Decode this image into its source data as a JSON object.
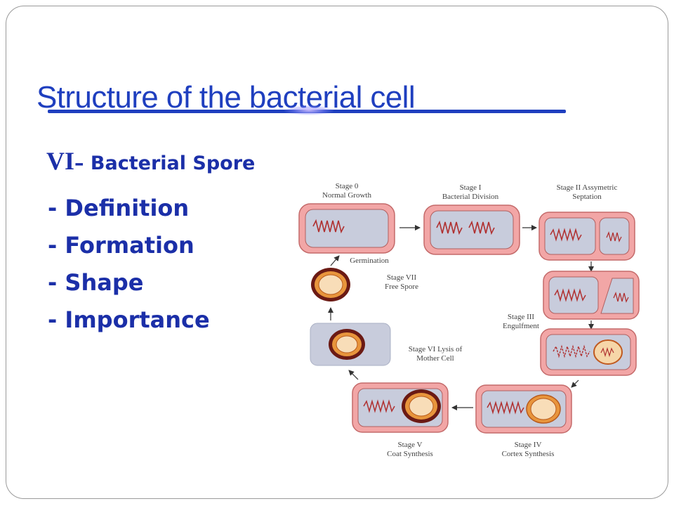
{
  "title": "Structure of the bacterial cell",
  "subtitle": {
    "roman": "VI",
    "text": "– Bacterial Spore"
  },
  "topics": [
    "- Definition",
    "- Formation",
    "- Shape",
    "- Importance"
  ],
  "diagram": {
    "stage0": [
      "Stage 0",
      "Normal Growth"
    ],
    "stage1": [
      "Stage I",
      "Bacterial Division"
    ],
    "stage2": [
      "Stage II Assymetric",
      "Septation"
    ],
    "stage3": [
      "Stage III",
      "Engulfment"
    ],
    "stage4": [
      "Stage IV",
      "Cortex Synthesis"
    ],
    "stage5": [
      "Stage V",
      "Coat Synthesis"
    ],
    "stage6": [
      "Stage VI Lysis of",
      "Mother Cell"
    ],
    "stage7": [
      "Stage VII",
      "Free Spore"
    ],
    "germination": "Germination"
  }
}
